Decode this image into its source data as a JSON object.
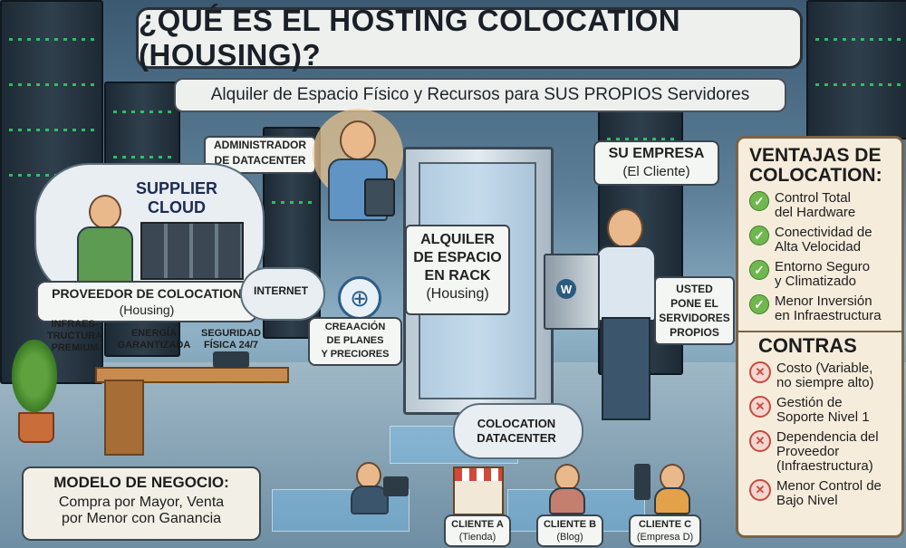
{
  "title": "¿QUÉ ES EL HOSTING COLOCATION (HOUSING)?",
  "subtitle": "Alquiler de Espacio Físico y Recursos para SUS PROPIOS Servidores",
  "admin_label": [
    "ADMINISTRADOR",
    "DE DATACENTER"
  ],
  "supplier": {
    "line1": "SUPPLIER",
    "line2": "CLOUD"
  },
  "provider": {
    "title": "PROVEEDOR DE COLOCATION",
    "sub": "(Housing)",
    "internet": "INTERNET",
    "features": [
      [
        "INFRAES-",
        "TRUCTURA",
        "PREMIUM"
      ],
      [
        "ENERGÍA",
        "GARANTIZADA"
      ],
      [
        "SEGURIDAD",
        "FÍSICA 24/7"
      ]
    ]
  },
  "plans_label": [
    "CREAACIÓN",
    "DE PLANES",
    "Y PRECIORES"
  ],
  "rack_label": {
    "lines": [
      "ALQUILER",
      "DE ESPACIO",
      "EN RACK"
    ],
    "sub": "(Housing)"
  },
  "empresa": {
    "title": "SU EMPRESA",
    "sub": "(El Cliente)"
  },
  "usted_label": [
    "USTED",
    "PONE EL",
    "SERVIDORES",
    "PROPIOS"
  ],
  "datacenter": {
    "line1": "COLOCATION",
    "line2": "DATACENTER"
  },
  "clients": [
    {
      "name": "CLIENTE A",
      "sub": "(Tienda)"
    },
    {
      "name": "CLIENTE B",
      "sub": "(Blog)"
    },
    {
      "name": "CLIENTE C",
      "sub": "(Empresa D)"
    }
  ],
  "business": {
    "title": "MODELO DE NEGOCIO:",
    "lines": [
      "Compra por Mayor, Venta",
      "por Menor con Ganancia"
    ]
  },
  "advantages": {
    "title": [
      "VENTAJAS DE",
      "COLOCATION:"
    ],
    "items": [
      [
        "Control Total",
        "del Hardware"
      ],
      [
        "Conectividad de",
        "Alta Velocidad"
      ],
      [
        "Entorno Seguro",
        "y Climatizado"
      ],
      [
        "Menor Inversión",
        "en Infraestructura"
      ]
    ]
  },
  "cons": {
    "title": "CONTRAS",
    "items": [
      [
        "Costo (Variable,",
        "no siempre alto)"
      ],
      [
        "Gestión de",
        "Soporte Nivel 1"
      ],
      [
        "Dependencia del",
        "Proveedor",
        "(Infraestructura)"
      ],
      [
        "Menor Control de",
        "Bajo Nivel"
      ]
    ]
  },
  "icons": [
    "check-icon",
    "cross-icon",
    "globe-icon",
    "wordpress-icon",
    "shop-icon",
    "laptop-icon",
    "plant-icon"
  ],
  "colors": {
    "check": "#6fb84e",
    "cross": "#c74a3a",
    "panel": "#f6ecdc",
    "title_bg": "#eef0ee"
  }
}
